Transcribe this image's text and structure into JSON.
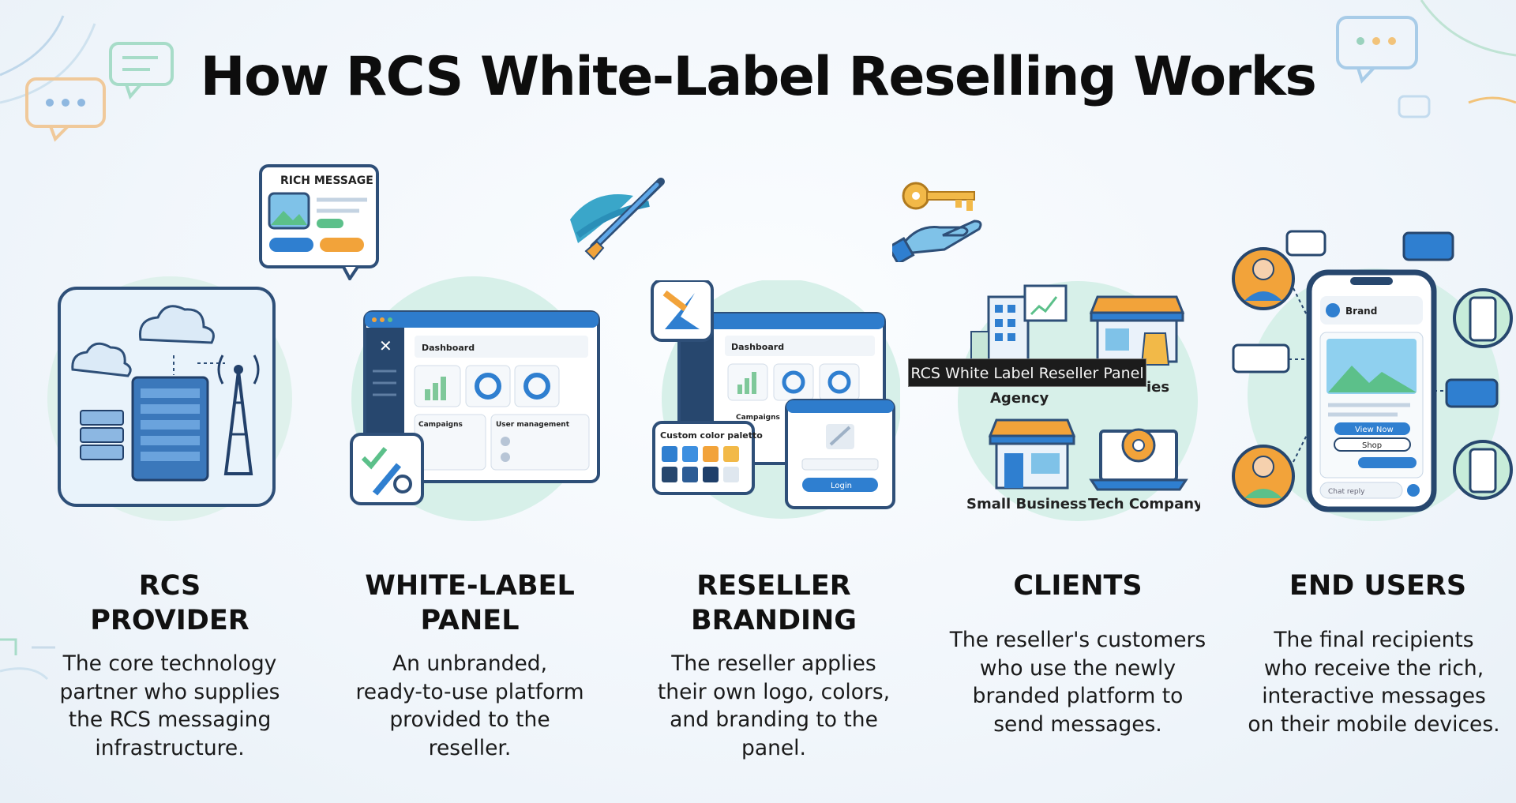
{
  "title": "How RCS White-Label Reselling Works",
  "tooltip": "RCS White Label Reseller Panel",
  "stages": [
    {
      "heading_line1": "RCS",
      "heading_line2": "PROVIDER",
      "desc": [
        "The core technology",
        "partner who supplies",
        "the RCS messaging",
        "infrastructure."
      ]
    },
    {
      "heading_line1": "WHITE-LABEL",
      "heading_line2": "PANEL",
      "desc": [
        "An unbranded,",
        "ready-to-use platform",
        "provided to the",
        "reseller."
      ]
    },
    {
      "heading_line1": "RESELLER",
      "heading_line2": "BRANDING",
      "desc": [
        "The reseller applies",
        "their own logo, colors,",
        "and branding to the",
        "panel."
      ]
    },
    {
      "heading_line1": "CLIENTS",
      "heading_line2": "",
      "desc": [
        "The reseller's customers",
        "who use the newly",
        "branded platform to",
        "send messages."
      ]
    },
    {
      "heading_line1": "END USERS",
      "heading_line2": "",
      "desc": [
        "The final recipients",
        "who receive the rich,",
        "interactive messages",
        "on their mobile devices."
      ]
    }
  ],
  "illustrations": {
    "rich_message_label": "RICH MESSAGE",
    "dashboard_label": "Dashboard",
    "campaigns_label": "Campaigns",
    "user_management_label": "User management",
    "custom_palette_label": "Custom color paletto",
    "login_label": "Login",
    "clients": [
      "Agency",
      "ies",
      "Small Business",
      "Tech Company"
    ],
    "phone_brand": "Brand",
    "phone_view_button": "View Now",
    "phone_shop_button": "Shop",
    "phone_chat_placeholder": "Chat reply"
  },
  "colors": {
    "teal_circle": "#d3efe9",
    "primary_blue": "#2f7fd0",
    "accent_orange": "#f2a33a",
    "accent_green": "#5cc08a",
    "dark_blue": "#27476e"
  }
}
